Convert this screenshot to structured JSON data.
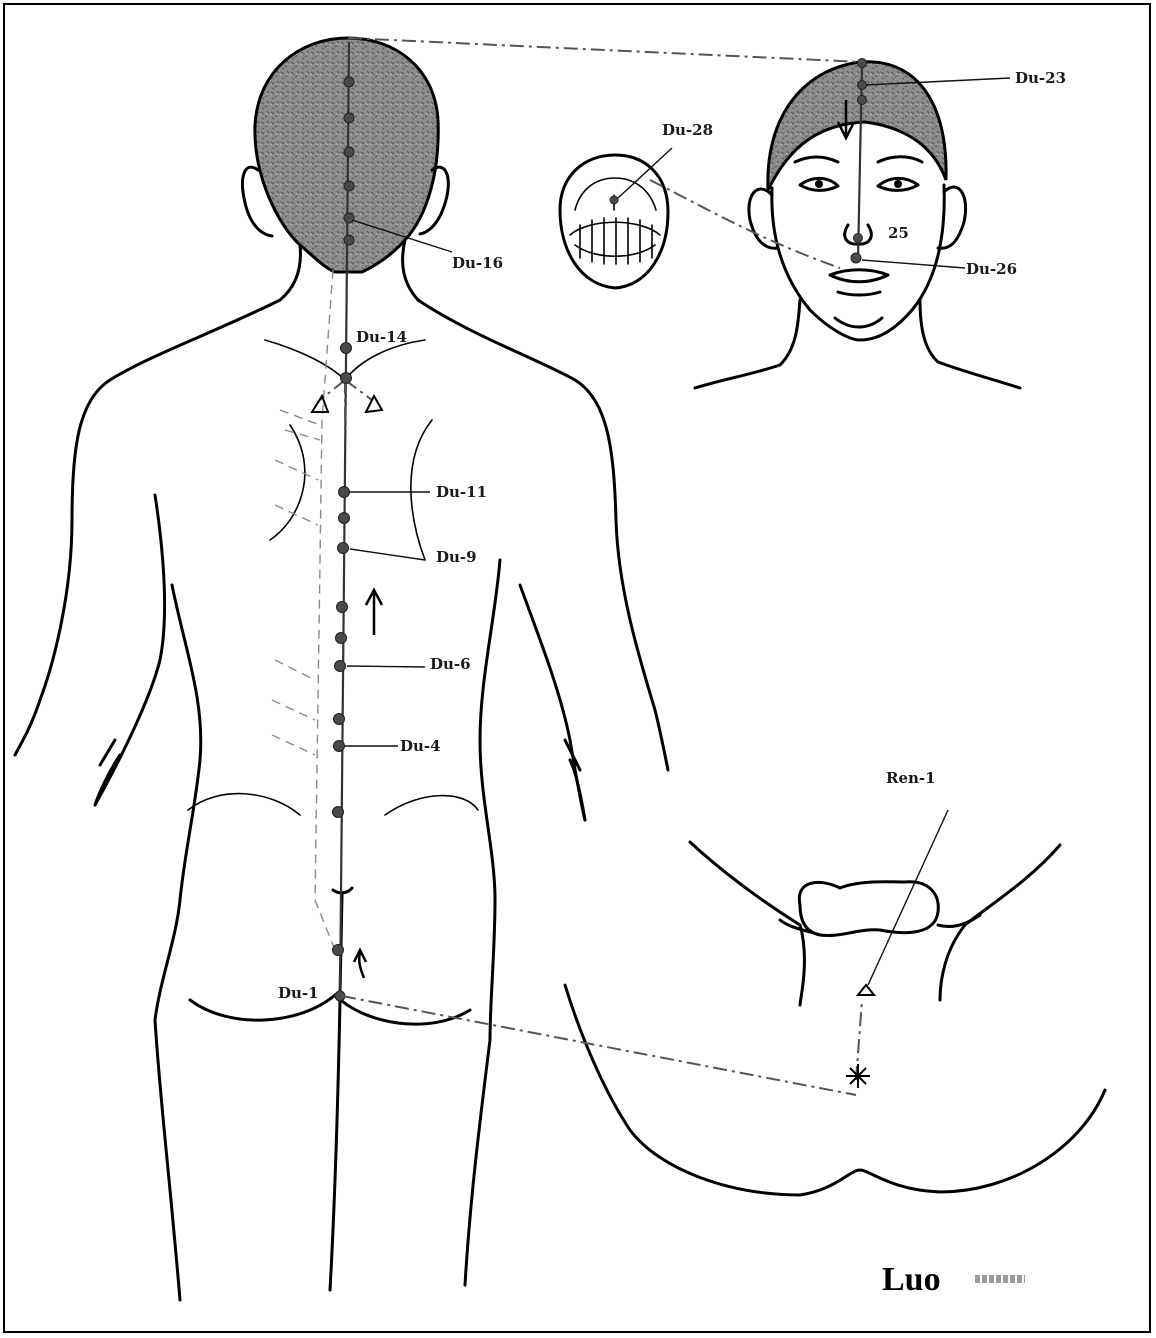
{
  "points": {
    "du23": "Du-23",
    "du28": "Du-28",
    "du26": "Du-26",
    "du16": "Du-16",
    "du14": "Du-14",
    "du11": "Du-11",
    "du9": "Du-9",
    "du6": "Du-6",
    "du4": "Du-4",
    "du1": "Du-1",
    "ren1": "Ren-1",
    "num25": "25"
  },
  "legend": {
    "title": "Luo"
  },
  "colors": {
    "hair": "#7a7a7a",
    "point": "#4a4a4a",
    "luo_marker": "#9a9a9a"
  }
}
